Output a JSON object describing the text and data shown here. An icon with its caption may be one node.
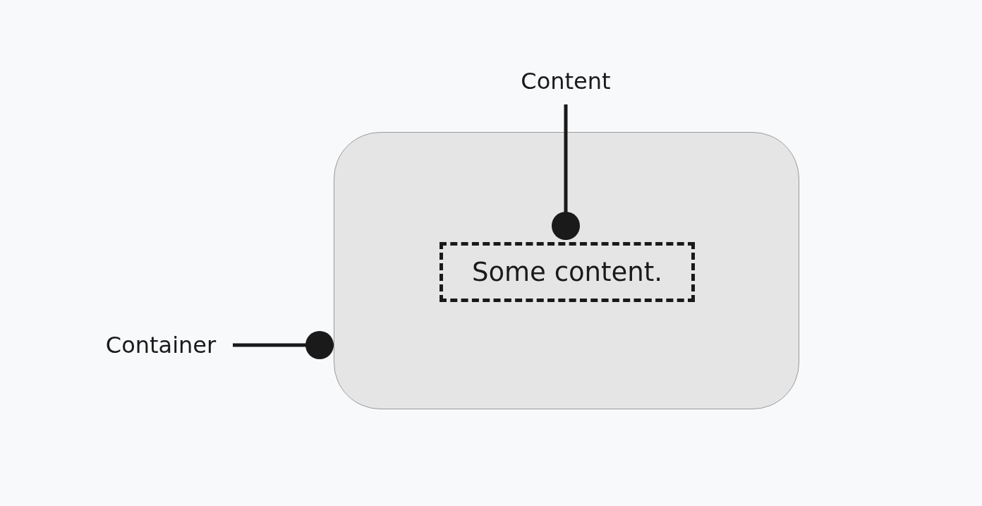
{
  "diagram": {
    "nodes": [
      {
        "text": [
          "Container"
        ]
      },
      {
        "text": [],
        "shape": "box"
      },
      {
        "text": [
          "Content"
        ]
      },
      {
        "text": [
          "Some content."
        ],
        "in": 1
      }
    ],
    "edges": [
      {
        "from": 0,
        "to": 1,
        "arrow": "other"
      },
      {
        "from": 2,
        "to": 3,
        "arrow": "other"
      }
    ]
  }
}
